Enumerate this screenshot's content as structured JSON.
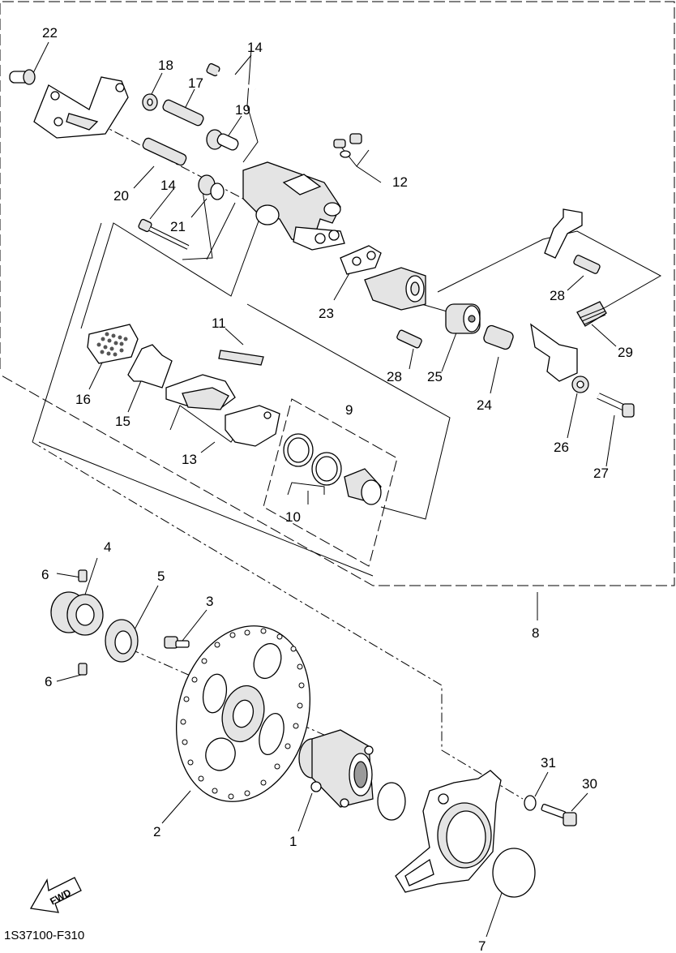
{
  "diagram": {
    "code": "1S37100-F310",
    "fwd_label": "FWD",
    "callouts": [
      {
        "key": "c22",
        "text": "22"
      },
      {
        "key": "c14a",
        "text": "14"
      },
      {
        "key": "c18",
        "text": "18"
      },
      {
        "key": "c17",
        "text": "17"
      },
      {
        "key": "c19",
        "text": "19"
      },
      {
        "key": "c12",
        "text": "12"
      },
      {
        "key": "c20",
        "text": "20"
      },
      {
        "key": "c14b",
        "text": "14"
      },
      {
        "key": "c21",
        "text": "21"
      },
      {
        "key": "c28a",
        "text": "28"
      },
      {
        "key": "c23",
        "text": "23"
      },
      {
        "key": "c11",
        "text": "11"
      },
      {
        "key": "c29",
        "text": "29"
      },
      {
        "key": "c28b",
        "text": "28"
      },
      {
        "key": "c25",
        "text": "25"
      },
      {
        "key": "c24",
        "text": "24"
      },
      {
        "key": "c16",
        "text": "16"
      },
      {
        "key": "c15",
        "text": "15"
      },
      {
        "key": "c9",
        "text": "9"
      },
      {
        "key": "c26",
        "text": "26"
      },
      {
        "key": "c13",
        "text": "13"
      },
      {
        "key": "c27",
        "text": "27"
      },
      {
        "key": "c10",
        "text": "10"
      },
      {
        "key": "c4",
        "text": "4"
      },
      {
        "key": "c6a",
        "text": "6"
      },
      {
        "key": "c5",
        "text": "5"
      },
      {
        "key": "c3",
        "text": "3"
      },
      {
        "key": "c8",
        "text": "8"
      },
      {
        "key": "c6b",
        "text": "6"
      },
      {
        "key": "c31",
        "text": "31"
      },
      {
        "key": "c30",
        "text": "30"
      },
      {
        "key": "c2",
        "text": "2"
      },
      {
        "key": "c1",
        "text": "1"
      },
      {
        "key": "c7",
        "text": "7"
      }
    ]
  }
}
